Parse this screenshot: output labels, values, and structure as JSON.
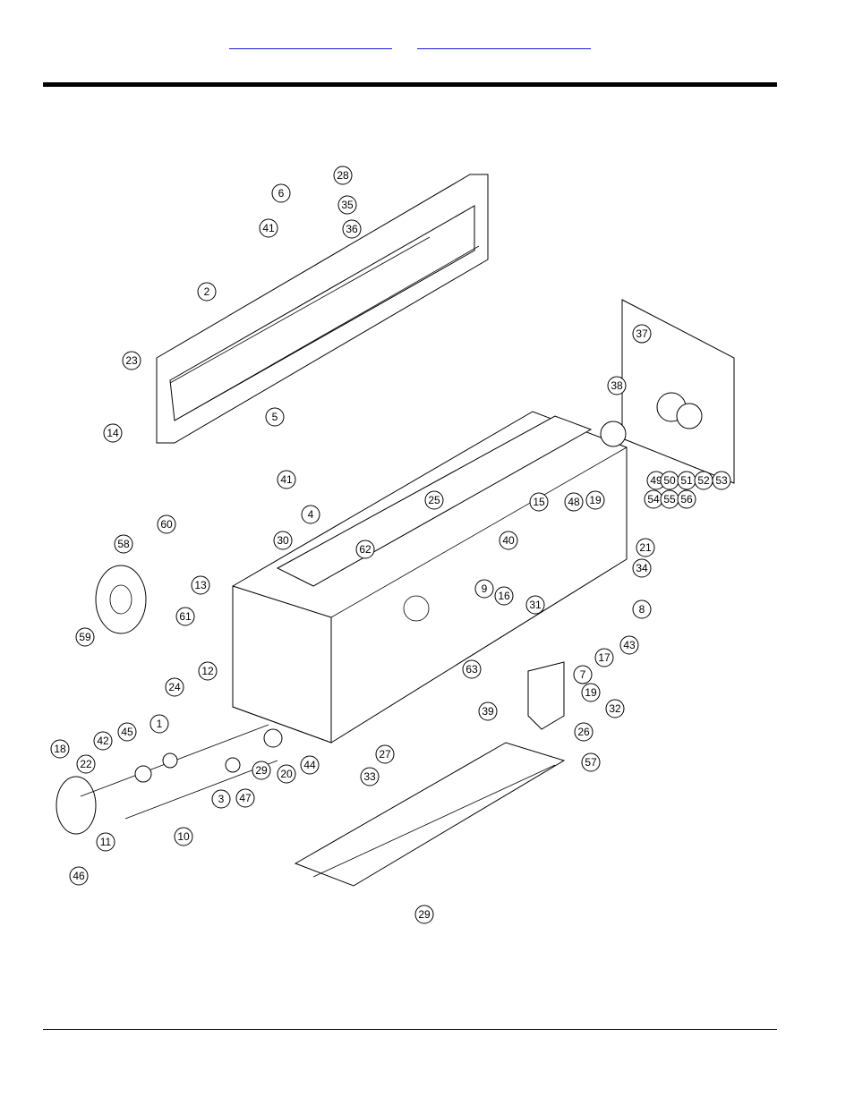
{
  "header": {
    "link_1": "",
    "link_2": ""
  },
  "diagram": {
    "callouts": [
      {
        "id": "28"
      },
      {
        "id": "6"
      },
      {
        "id": "35"
      },
      {
        "id": "41"
      },
      {
        "id": "36"
      },
      {
        "id": "2"
      },
      {
        "id": "23"
      },
      {
        "id": "5"
      },
      {
        "id": "14"
      },
      {
        "id": "37"
      },
      {
        "id": "38"
      },
      {
        "id": "49"
      },
      {
        "id": "50"
      },
      {
        "id": "51"
      },
      {
        "id": "52"
      },
      {
        "id": "53"
      },
      {
        "id": "54"
      },
      {
        "id": "55"
      },
      {
        "id": "56"
      },
      {
        "id": "41"
      },
      {
        "id": "4"
      },
      {
        "id": "25"
      },
      {
        "id": "15"
      },
      {
        "id": "48"
      },
      {
        "id": "19"
      },
      {
        "id": "60"
      },
      {
        "id": "58"
      },
      {
        "id": "30"
      },
      {
        "id": "62"
      },
      {
        "id": "40"
      },
      {
        "id": "21"
      },
      {
        "id": "34"
      },
      {
        "id": "13"
      },
      {
        "id": "9"
      },
      {
        "id": "16"
      },
      {
        "id": "31"
      },
      {
        "id": "8"
      },
      {
        "id": "61"
      },
      {
        "id": "59"
      },
      {
        "id": "43"
      },
      {
        "id": "12"
      },
      {
        "id": "17"
      },
      {
        "id": "63"
      },
      {
        "id": "7"
      },
      {
        "id": "24"
      },
      {
        "id": "19"
      },
      {
        "id": "1"
      },
      {
        "id": "42"
      },
      {
        "id": "45"
      },
      {
        "id": "39"
      },
      {
        "id": "32"
      },
      {
        "id": "26"
      },
      {
        "id": "18"
      },
      {
        "id": "27"
      },
      {
        "id": "44"
      },
      {
        "id": "22"
      },
      {
        "id": "29"
      },
      {
        "id": "20"
      },
      {
        "id": "33"
      },
      {
        "id": "57"
      },
      {
        "id": "3"
      },
      {
        "id": "47"
      },
      {
        "id": "11"
      },
      {
        "id": "10"
      },
      {
        "id": "46"
      },
      {
        "id": "29"
      }
    ]
  }
}
